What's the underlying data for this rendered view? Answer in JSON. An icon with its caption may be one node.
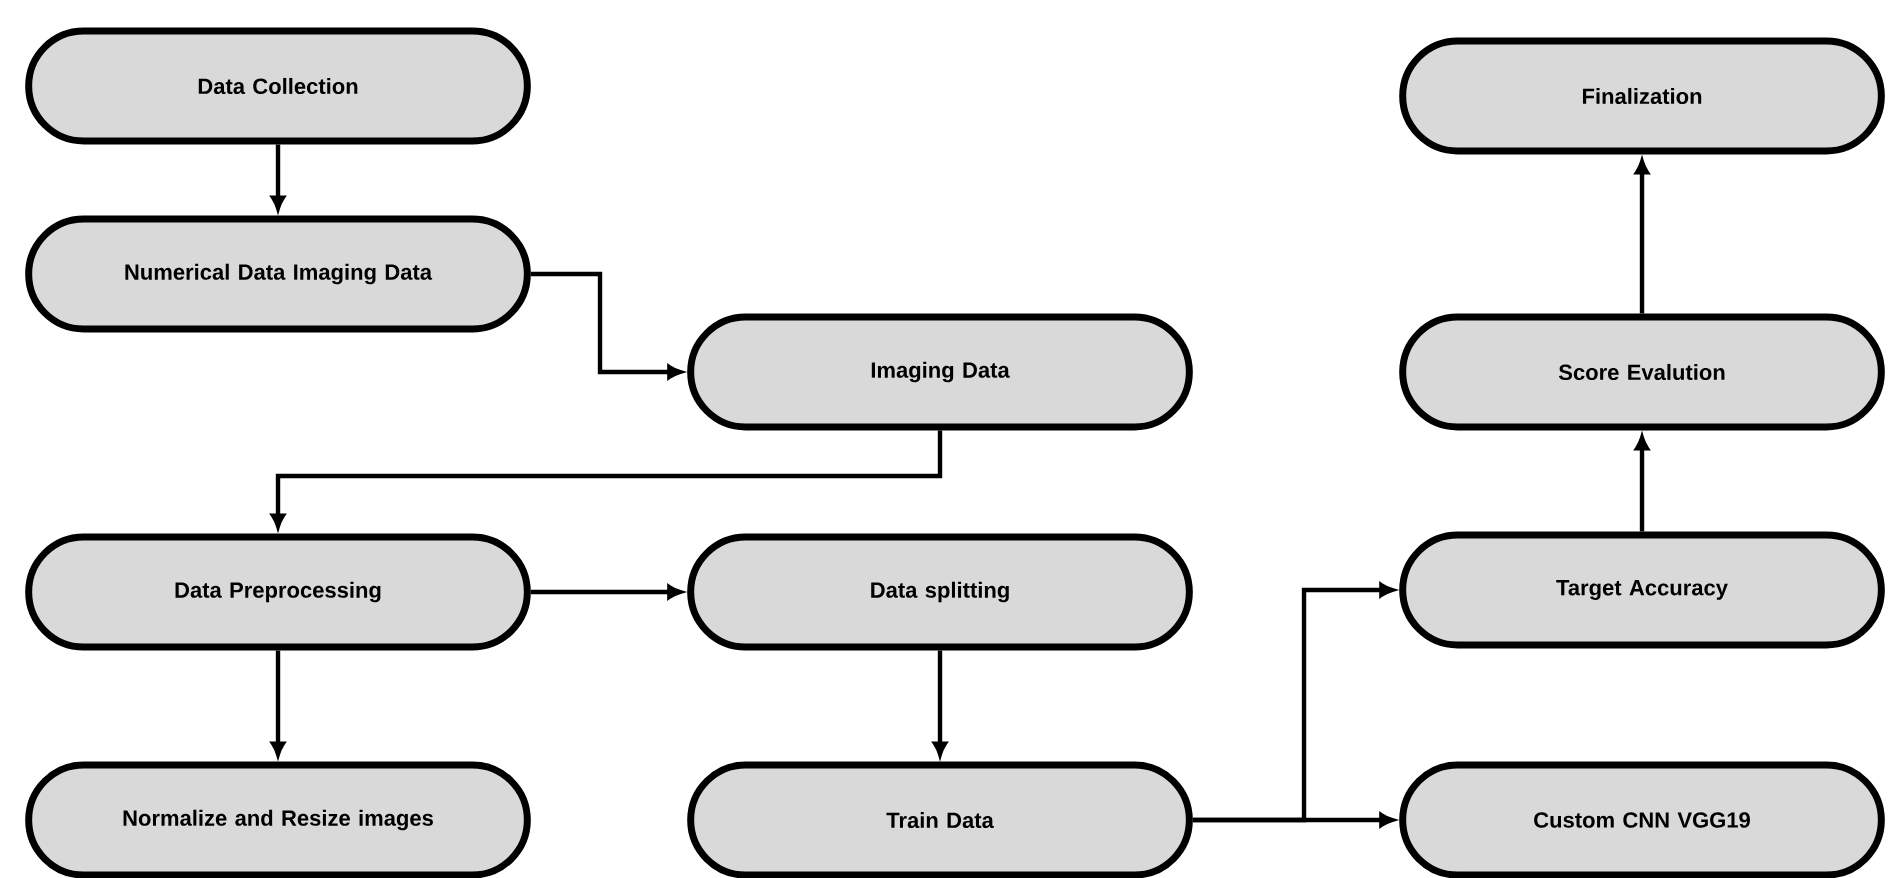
{
  "diagram": {
    "nodes": [
      {
        "text": [
          "Data Collection"
        ]
      },
      {
        "text": [
          "Numerical Data Imaging Data"
        ]
      },
      {
        "text": [
          "Imaging Data"
        ]
      },
      {
        "text": [
          "Data Preprocessing"
        ]
      },
      {
        "text": [
          "Data splitting"
        ]
      },
      {
        "text": [
          "Normalize and Resize images"
        ]
      },
      {
        "text": [
          "Train Data"
        ]
      },
      {
        "text": [
          "Finalization"
        ]
      },
      {
        "text": [
          "Score Evalution"
        ]
      },
      {
        "text": [
          "Target Accuracy"
        ]
      },
      {
        "text": [
          "Custom CNN VGG19"
        ]
      }
    ],
    "edges": [
      {
        "from": 0,
        "to": 1,
        "arrow": "to"
      },
      {
        "from": 1,
        "to": 2,
        "arrow": "to"
      },
      {
        "from": 2,
        "to": 3,
        "arrow": "to"
      },
      {
        "from": 3,
        "to": 5,
        "arrow": "to"
      },
      {
        "from": 3,
        "to": 4,
        "arrow": "to"
      },
      {
        "from": 4,
        "to": 6,
        "arrow": "to"
      },
      {
        "from": 6,
        "to": 9,
        "arrow": "to"
      },
      {
        "from": 6,
        "to": 10,
        "arrow": "to"
      },
      {
        "from": 9,
        "to": 8,
        "arrow": "to"
      },
      {
        "from": 8,
        "to": 7,
        "arrow": "to"
      }
    ]
  }
}
